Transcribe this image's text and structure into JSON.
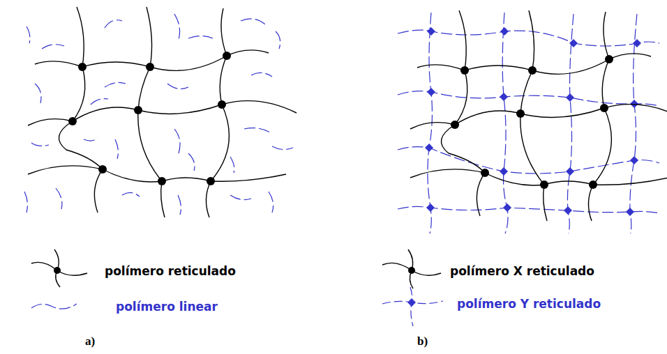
{
  "diagram": {
    "labels": [
      "a)",
      "b)"
    ],
    "legend": [
      {
        "text": "polímero reticulado"
      },
      {
        "text": "polímero linear"
      },
      {
        "text": "polímero X reticulado"
      },
      {
        "text": "polímero Y reticulado"
      }
    ]
  }
}
